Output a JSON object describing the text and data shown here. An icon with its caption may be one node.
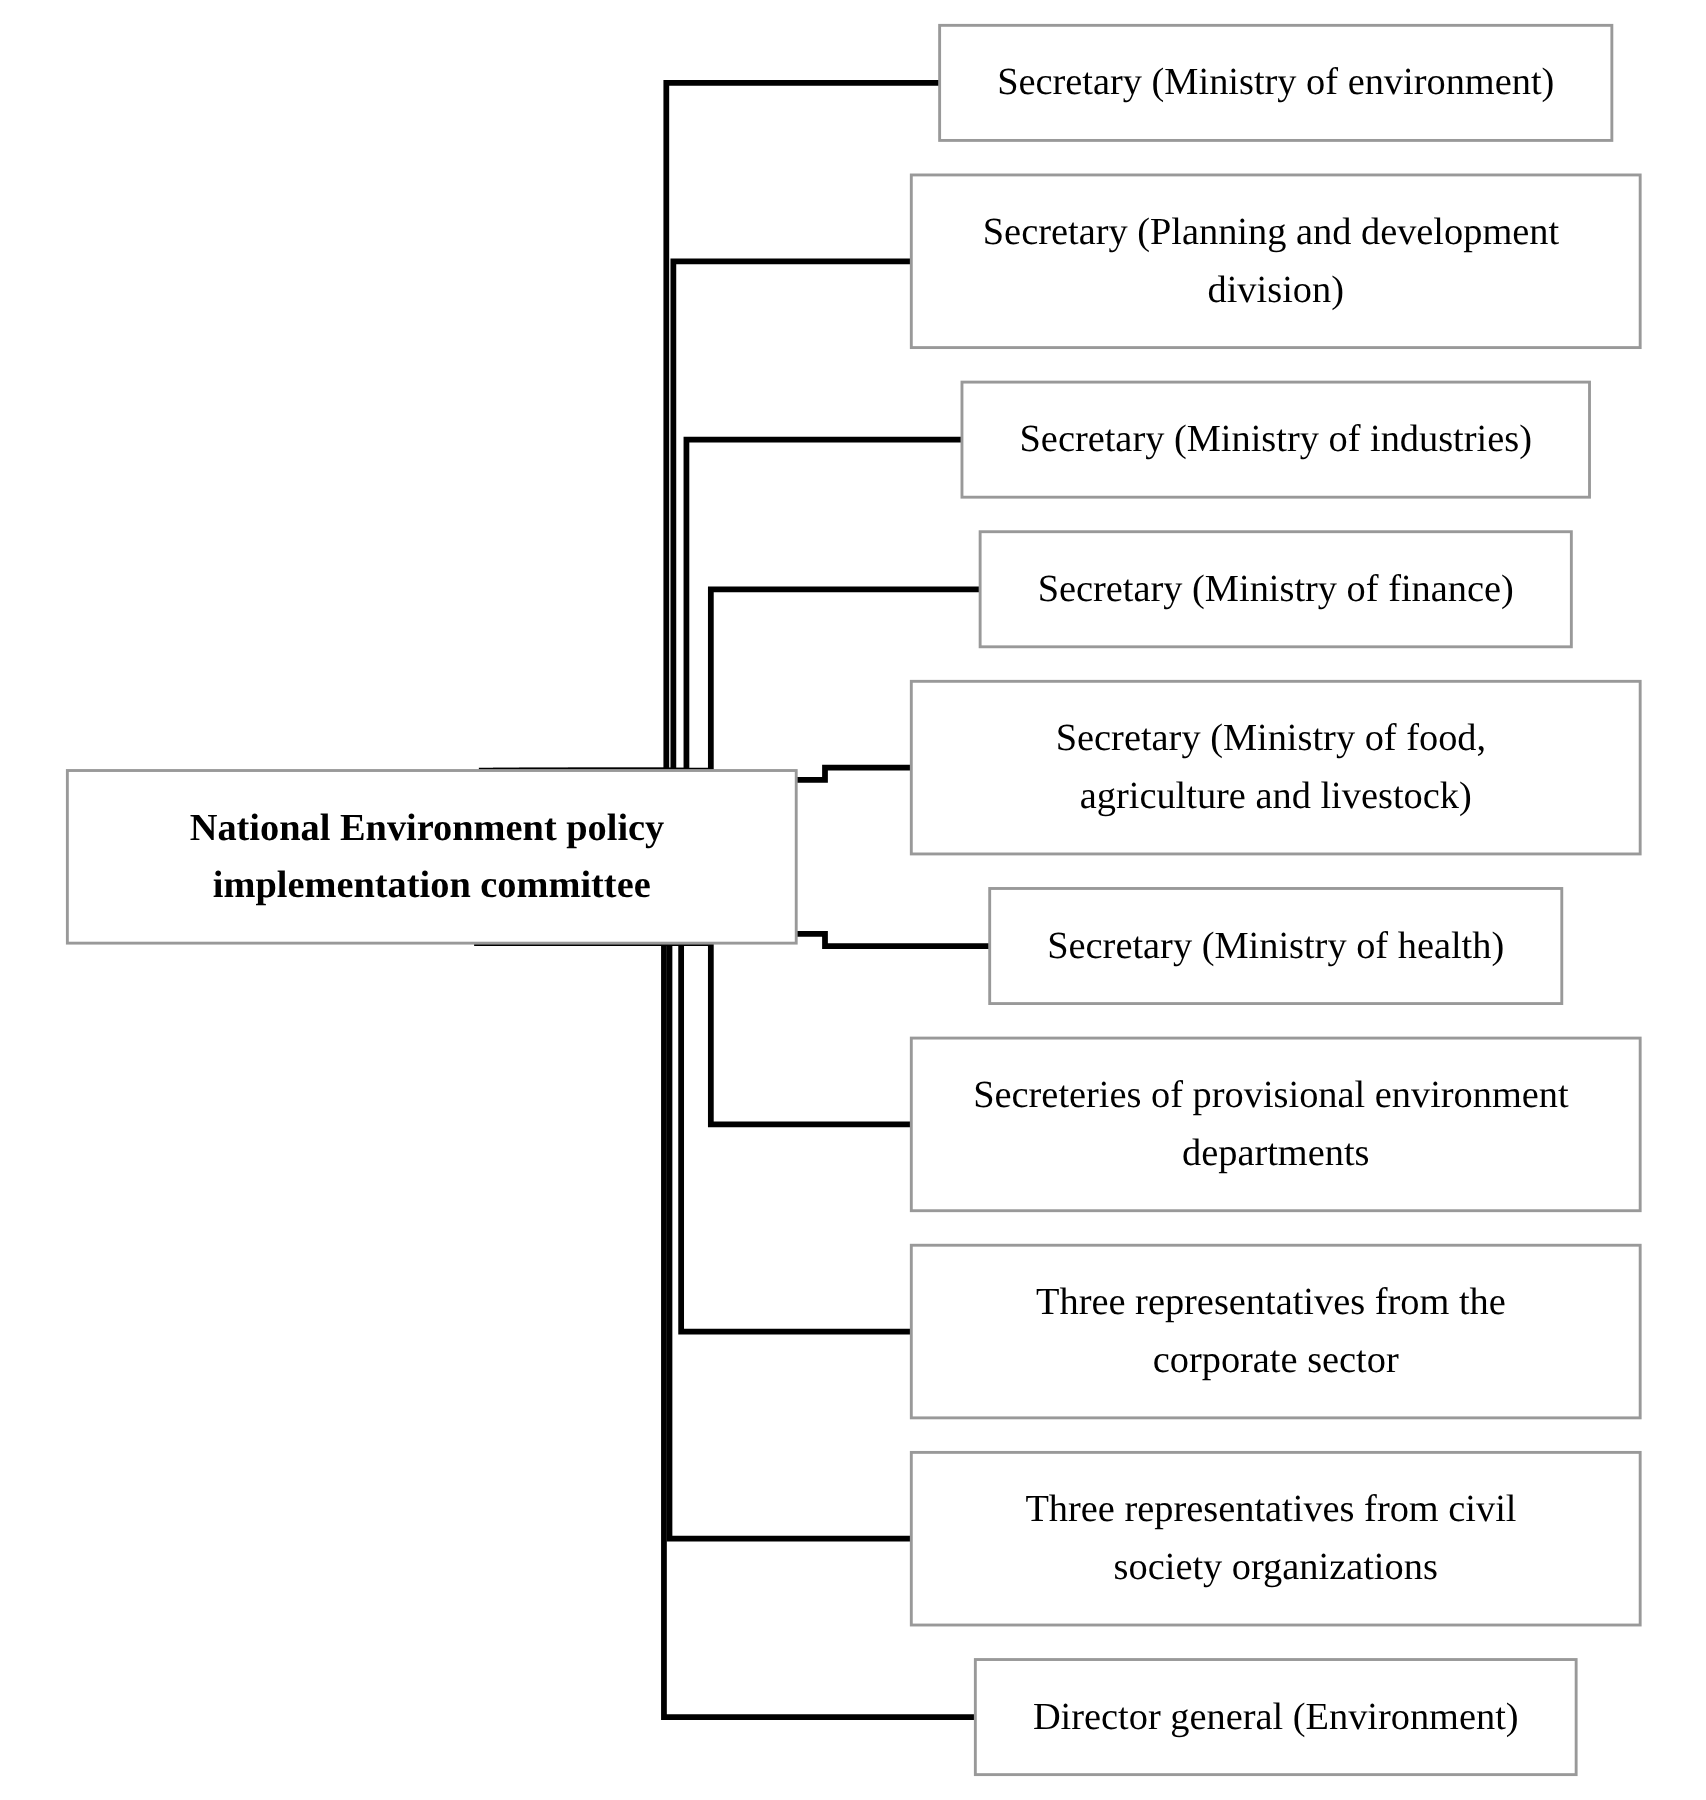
{
  "diagram": {
    "nodes": [
      {
        "text": [
          "National Environment policy implementation committee"
        ]
      },
      {
        "text": [
          "Secretary (Ministry of environment)"
        ]
      },
      {
        "text": [
          "Secretary (Planning and development division)"
        ]
      },
      {
        "text": [
          "Secretary (Ministry of industries)"
        ]
      },
      {
        "text": [
          "Secretary (Ministry of finance)"
        ]
      },
      {
        "text": [
          "Secretary (Ministry of food, agriculture and livestock)"
        ]
      },
      {
        "text": [
          "Secretary (Ministry of health)"
        ]
      },
      {
        "text": [
          "Secreteries of provisional environment departments"
        ]
      },
      {
        "text": [
          "Three representatives from the corporate sector"
        ]
      },
      {
        "text": [
          "Three representatives from civil society organizations"
        ]
      },
      {
        "text": [
          "Director general (Environment)"
        ]
      }
    ],
    "edges": [
      {
        "from": 0,
        "to": 1,
        "arrow": "none"
      },
      {
        "from": 0,
        "to": 2,
        "arrow": "none"
      },
      {
        "from": 0,
        "to": 3,
        "arrow": "none"
      },
      {
        "from": 0,
        "to": 4,
        "arrow": "none"
      },
      {
        "from": 0,
        "to": 5,
        "arrow": "none"
      },
      {
        "from": 0,
        "to": 6,
        "arrow": "none"
      },
      {
        "from": 0,
        "to": 7,
        "arrow": "none"
      },
      {
        "from": 0,
        "to": 8,
        "arrow": "none"
      },
      {
        "from": 0,
        "to": 9,
        "arrow": "none"
      },
      {
        "from": 0,
        "to": 10,
        "arrow": "none"
      }
    ]
  }
}
